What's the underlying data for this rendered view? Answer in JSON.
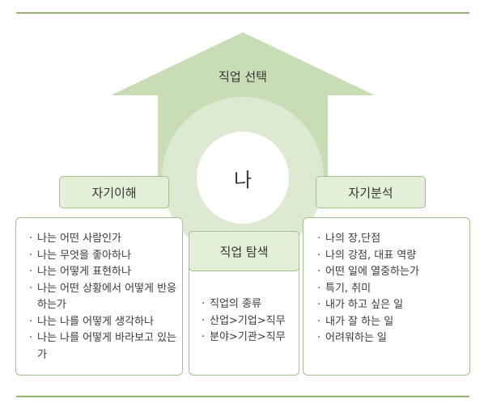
{
  "diagram": {
    "arrow_label": "직업 선택",
    "center_label": "나",
    "left": {
      "title": "자기이해",
      "items": [
        "나는 어떤 사람인가",
        "나는 무엇을 좋아하나",
        "나는 어떻게 표현하나",
        "나는 어떤 상황에서 어떻게 반응하는가",
        "나는 나를 어떻게 생각하나",
        "나는 나를 어떻게 바라보고 있는가"
      ]
    },
    "middle": {
      "title": "직업 탐색",
      "items": [
        "직업의 종류",
        "산업>기업>직무",
        "분야>기관>직무"
      ]
    },
    "right": {
      "title": "자기분석",
      "items": [
        "나의 장,단점",
        "나의 강점, 대표 역량",
        "어떤 일에 열중하는가",
        "특기, 취미",
        "내가 하고 싶은 일",
        "내가 잘 하는 일",
        "어려워하는 일"
      ]
    },
    "colors": {
      "arrow_fill": "#c8dcb6",
      "ring_fill": "#dde9d0",
      "border": "#9fc28a",
      "header_fill": "#e4efd8",
      "rule": "#8fb573"
    }
  }
}
